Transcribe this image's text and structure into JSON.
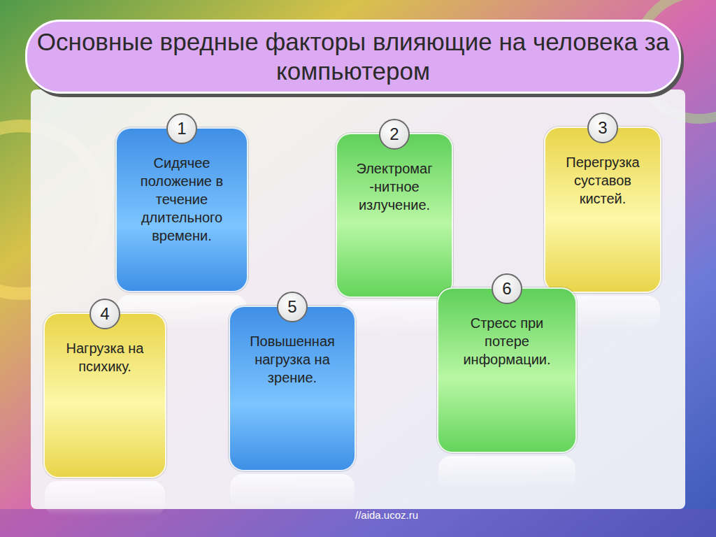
{
  "diagram": {
    "title": "Основные вредные факторы влияющие на человека за компьютером",
    "nodes": [
      {
        "text": [
          "1",
          "Сидячее положение в течение длительного времени."
        ]
      },
      {
        "text": [
          "2",
          "Электромаг -нитное излучение."
        ]
      },
      {
        "text": [
          "3",
          "Перегрузка суставов кистей."
        ]
      },
      {
        "text": [
          "4",
          "Нагрузка на психику."
        ]
      },
      {
        "text": [
          "5",
          "Повышенная нагрузка на зрение."
        ]
      },
      {
        "text": [
          "6",
          "Стресс при потере информации."
        ]
      }
    ],
    "labels": [
      "//aida.ucoz.ru"
    ]
  }
}
